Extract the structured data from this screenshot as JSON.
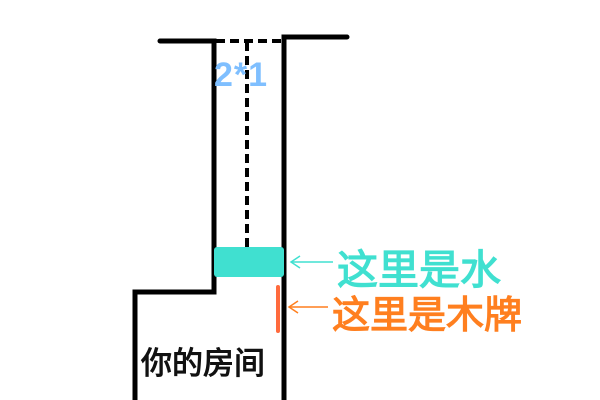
{
  "dimension_label": "2*1",
  "water_label": "这里是水",
  "sign_label": "这里是木牌",
  "room_label": "你的房间",
  "colors": {
    "water": "#40e0d0",
    "sign": "#ff6a3d",
    "sign_text": "#ff7f1f",
    "dimension": "#7fbfff",
    "wall": "#000000"
  }
}
